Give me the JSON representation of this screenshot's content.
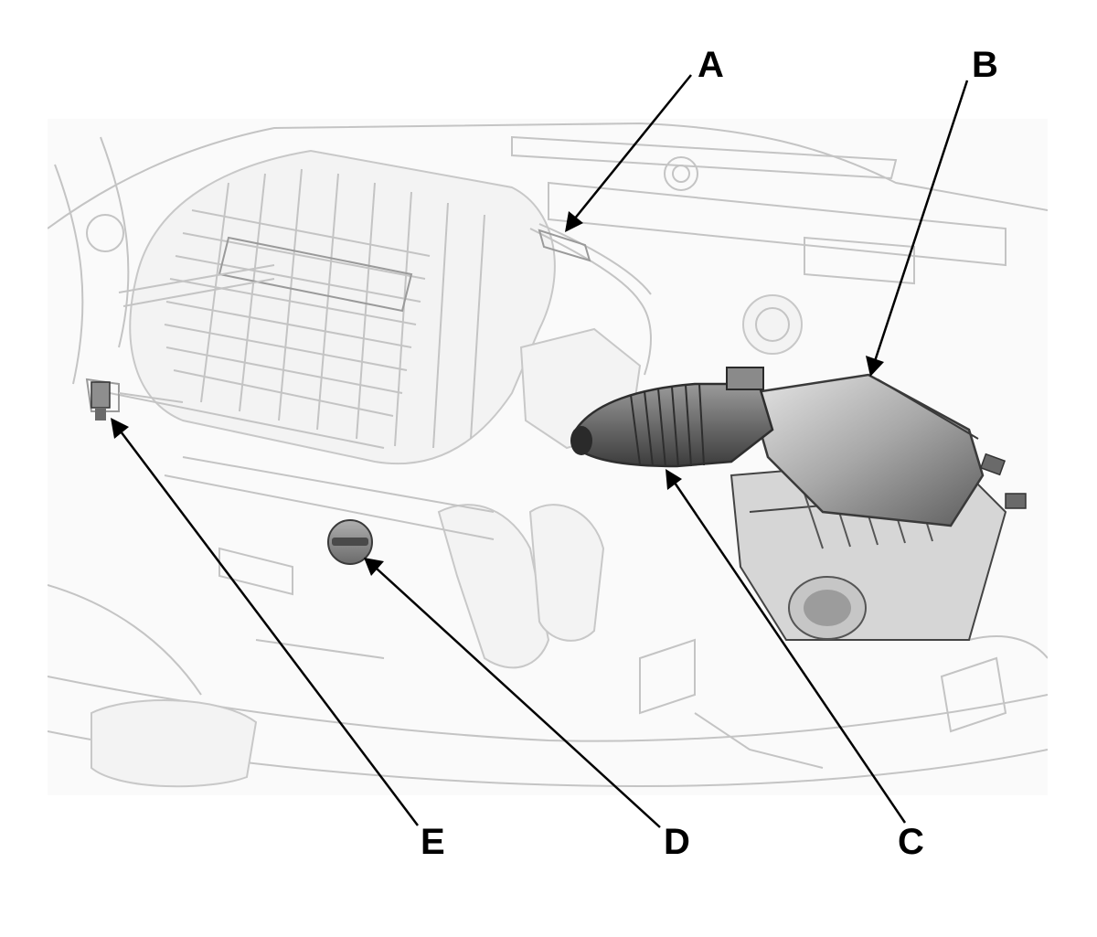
{
  "callouts": [
    {
      "id": "A",
      "label": "A"
    },
    {
      "id": "B",
      "label": "B"
    },
    {
      "id": "C",
      "label": "C"
    },
    {
      "id": "D",
      "label": "D"
    },
    {
      "id": "E",
      "label": "E"
    }
  ],
  "colors": {
    "background": "#ffffff",
    "engine_line": "#c4c4c4",
    "engine_fill": "#f3f3f3",
    "highlight_part": "#6e6e6e",
    "leader": "#000000"
  }
}
